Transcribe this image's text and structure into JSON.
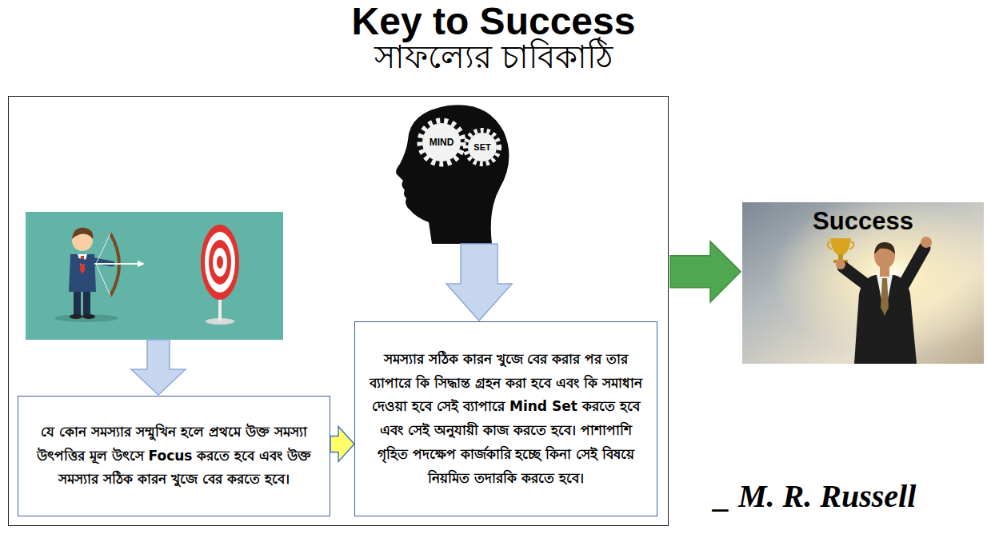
{
  "diagram": {
    "title": "Key to Success",
    "nodes": [
      {
        "text": []
      },
      {
        "text": [
          "যে কোন সমস্যার সম্মুখিন হলে প্রথমে উক্ত সমস্যা উৎপত্তির মূল উৎসে Focus করতে হবে এবং উক্ত সমস্যার সঠিক কারন খুজে বের করতে হবে।"
        ],
        "in": 0
      },
      {
        "text": [
          "সমস্যার সঠিক কারন খুজে বের করার পর তার ব্যাপারে কি সিদ্ধান্ত গ্রহন করা হবে এবং কি সমাধান দেওয়া হবে সেই ব্যাপারে Mind Set করতে হবে এবং সেই অনুযায়ী কাজ করতে হবে। পাশাপাশি গৃহিত পদক্ষেপ কার্জকারি হচ্ছে কিনা সেই বিষয়ে নিয়মিত তদারকি করতে হবে।"
        ],
        "in": 0
      },
      {
        "text": [
          "Success"
        ]
      }
    ],
    "edges": [
      {
        "from": 1,
        "to": 2,
        "arrow": "to"
      },
      {
        "from": 0,
        "to": 3,
        "arrow": "to"
      }
    ],
    "labels": [
      "সাফল্যের চাবিকাঠি",
      "MIND",
      "SET",
      "_ M. R. Russell"
    ]
  }
}
